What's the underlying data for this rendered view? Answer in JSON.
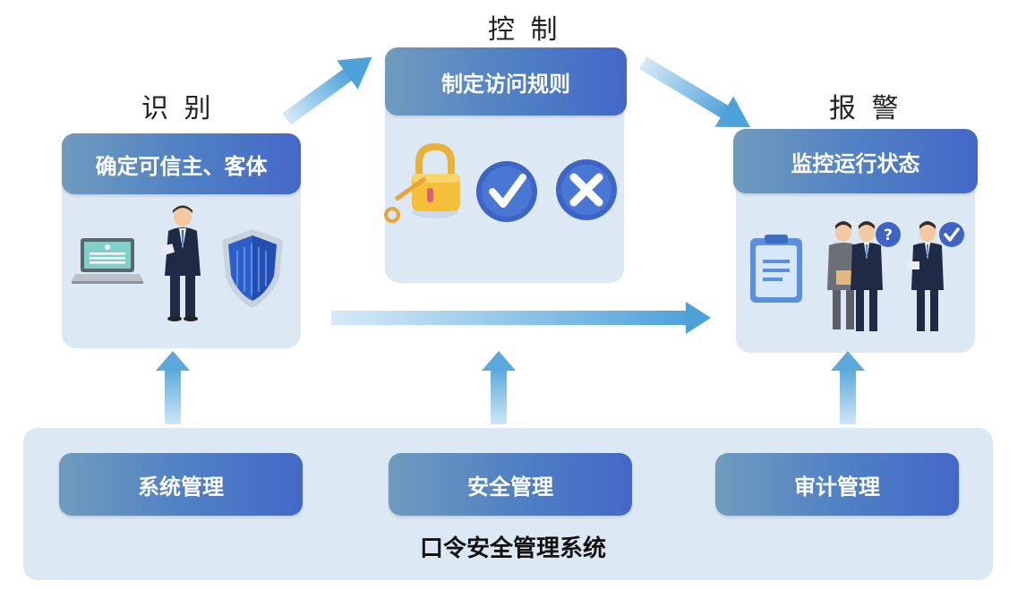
{
  "stages": {
    "identify": "识 别",
    "control": "控 制",
    "alarm": "报 警"
  },
  "panels": {
    "identify_header": "确定可信主、客体",
    "control_header": "制定访问规则",
    "alarm_header": "监控运行状态"
  },
  "management": {
    "system": "系统管理",
    "security": "安全管理",
    "audit": "审计管理"
  },
  "system_title": "口令安全管理系统",
  "icons": [
    "laptop-icon",
    "person-icon",
    "shield-icon",
    "padlock-key-icon",
    "check-circle-icon",
    "cross-circle-icon",
    "clipboard-icon",
    "people-group-icon",
    "question-badge-icon",
    "check-badge-icon"
  ],
  "colors": {
    "header_start": "#6f9bbe",
    "header_end": "#4468c8",
    "panel_bg": "#dde8f5",
    "arrow": "#5aa8dc"
  }
}
